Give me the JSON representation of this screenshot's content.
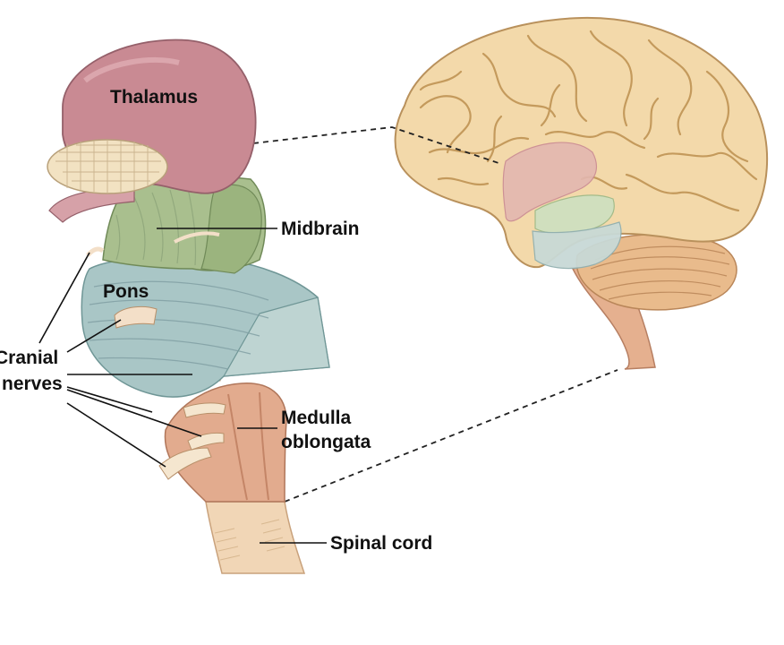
{
  "labels": {
    "thalamus": "Thalamus",
    "midbrain": "Midbrain",
    "pons": "Pons",
    "cranial_nerves_line1": "Cranial",
    "cranial_nerves_line2": "nerves",
    "medulla_line1": "Medulla",
    "medulla_line2": "oblongata",
    "spinal_cord": "Spinal cord"
  },
  "colors": {
    "thalamus": "#c98a93",
    "midbrain": "#a9bf8e",
    "pons": "#a9c6c6",
    "medulla": "#e2ab8e",
    "spinal_cord": "#f1d6b6",
    "cerebrum": "#f3d9aa",
    "cerebellum": "#e9bb8c"
  }
}
